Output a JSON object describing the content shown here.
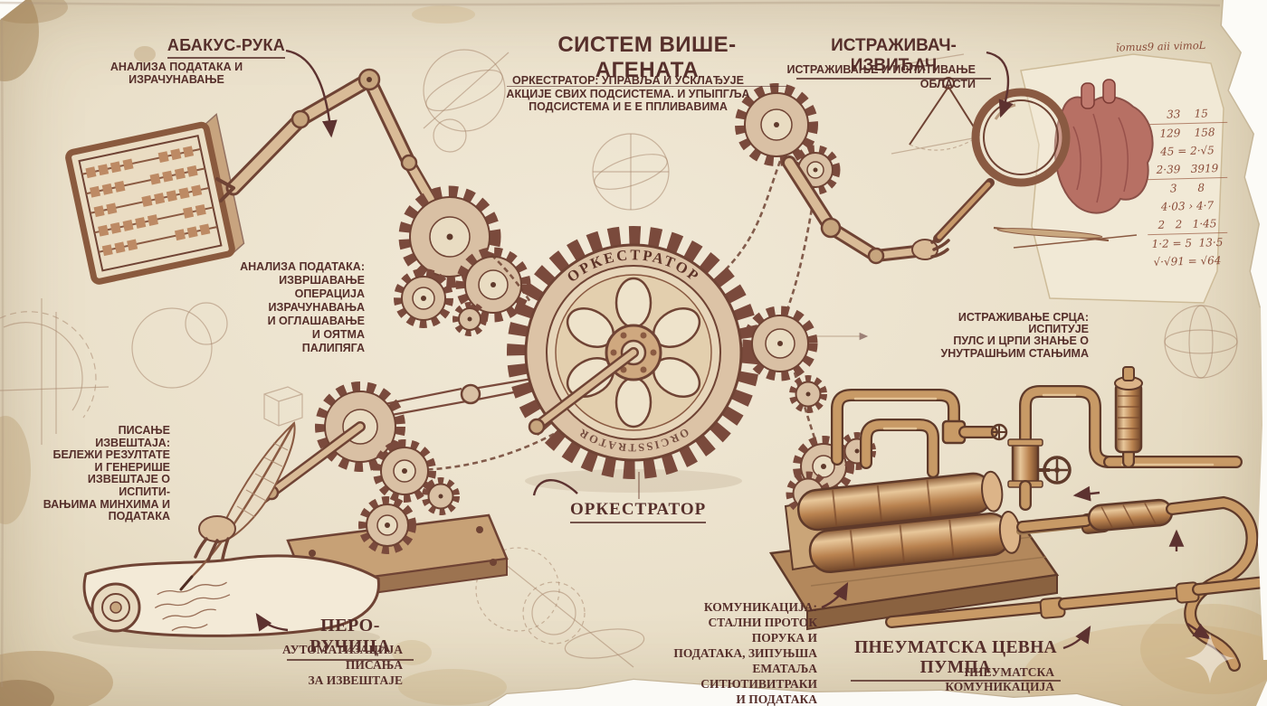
{
  "title": "СИСТЕМ ВИШЕ-АГЕНАТА",
  "labels": {
    "system": {
      "title": "СИСТЕМ ВИШЕ-АГЕНАТА",
      "note": "ОРКЕСТРАТОР: УПРАВЉА И УСКЛАЂУЈЕ\nАКЦИЈЕ СВИХ ПОДСИСТЕМА. И УПЫПГЉА\nПОДСИСТЕМА И Е Е ППЛИВАВИМА"
    },
    "abacus": {
      "title": "АБАКУС-РУКА",
      "subtitle": "АНАЛИЗА ПОДАТАКА И ИЗРАЧУНАВАЊЕ"
    },
    "researcher": {
      "title": "ИСТРАЖИВАЧ-ИЗВИЂАЧ",
      "subtitle": "ИСТРАЖИВАЊЕ И ИСПИТИВАЊЕ\nОБЛАСТИ"
    },
    "data_analysis": {
      "note": "АНАЛИЗА ПОДАТАКА:\nИЗВРШАВАЊЕ\nОПЕРАЦИЈА\nИЗРАЧУНАВАЊА\nИ ОГЛАШАВАЊЕ\nИ ОЯТМА\nПАЛИПЯГА"
    },
    "report_writing": {
      "note": "ПИСАЊЕ ИЗВЕШТАЈА:\nБЕЛЕЖИ РЕЗУЛТАТЕ\nИ ГЕНЕРИШЕ\nИЗВЕШТАЈЕ О ИСПИТИ-\nВАЊИМА МИНХИМА И\nПОДАТАКА"
    },
    "heart_research": {
      "note": "ИСТРАЖИВАЊЕ СРЦА: ИСПИТУЈЕ\nПУЛС И ЦРПИ ЗНАЊЕ О\nУНУТРАШЊИМ СТАЊИМА"
    },
    "orchestrator": {
      "label": "ОРКЕСТРАТОР",
      "gear_rim_top": "ОРКЕСТРАТОР",
      "gear_rim_bottom": "ORCISSTRATOR"
    },
    "pen": {
      "title": "ПЕРО-РУЧИЦА",
      "subtitle": "АУТОМАТИЗАЦИЈА ПИСАЊА\nЗА ИЗВЕШТАЈЕ"
    },
    "communication": {
      "note": "КОМУНИКАЦИЈА:\nСТАЛНИ ПРОТОК ПОРУКА И\nПОДАТАКА, ЗИПУЊША\nЕМАТАЉА СИТЮТИВИТРАКИ\nИ ПОДАТАКА"
    },
    "pump": {
      "title": "ПНЕУМАТСКА ЦЕВНА ПУМПА",
      "subtitle": "ПНЕУМАТСКА КОМУНИКАЦИЈА"
    }
  },
  "margin_notes": {
    "mirror_writing": "ĭomus9 aii vimoL",
    "calc_lines": [
      "33    15",
      "129    158",
      "45 = 2·√5",
      "2·39   3919",
      "3      8",
      "4·03 › 4·7",
      "2   2   1·45",
      "1·2 = 5  13·5",
      "√·√91 = √64"
    ]
  },
  "colors": {
    "ink": "#5d3230",
    "sepia": "#7a4a3c",
    "brass": "#c89a66",
    "paper": "#ece3cd",
    "heart": "#b06055"
  }
}
